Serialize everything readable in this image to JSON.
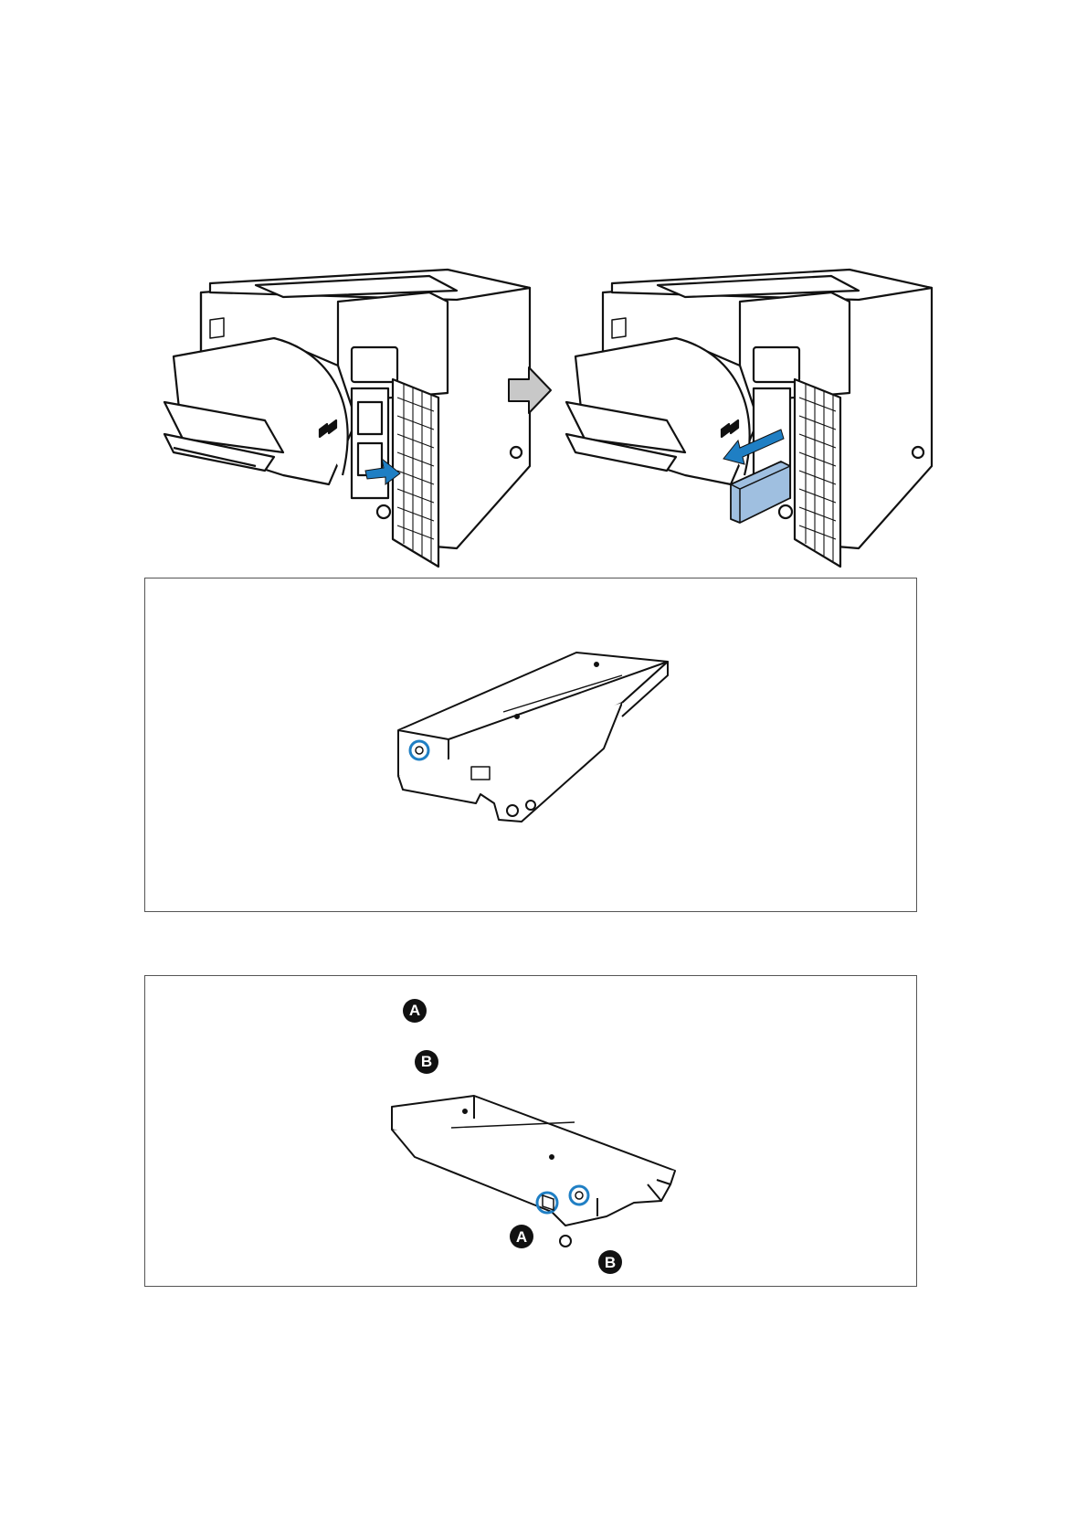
{
  "colors": {
    "accent_blue": "#1f7fc4",
    "cartridge_blue": "#9fbfe0",
    "transition_arrow_fill": "#c8c8c8",
    "line": "#111111"
  },
  "icons": {
    "step_arrow": "right-arrow-icon",
    "printer": "printer-illustration",
    "maintenance_box": "maintenance-box-illustration"
  },
  "panel2": {
    "legend": [
      {
        "marker": "A",
        "text": ""
      },
      {
        "marker": "B",
        "text": ""
      }
    ],
    "callouts": {
      "a": "A",
      "b": "B"
    }
  }
}
